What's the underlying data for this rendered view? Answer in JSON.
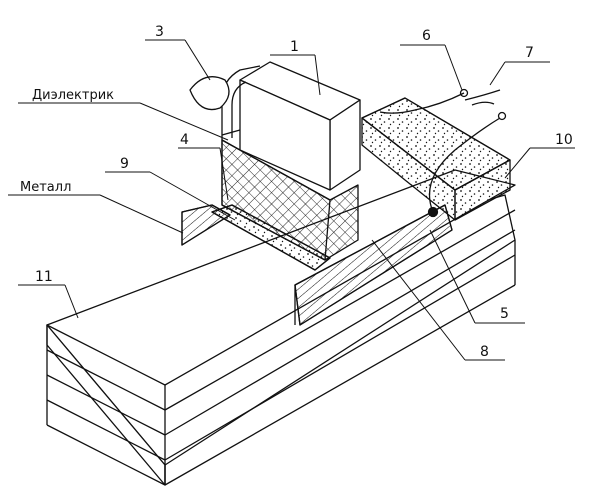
{
  "labels": {
    "n1": "1",
    "n3": "3",
    "n4": "4",
    "n5": "5",
    "n6": "6",
    "n7": "7",
    "n8": "8",
    "n9": "9",
    "n10": "10",
    "n11": "11",
    "dielectric": "Диэлектрик",
    "metal": "Металл"
  },
  "colors": {
    "line": "#111111",
    "background": "#ffffff"
  }
}
